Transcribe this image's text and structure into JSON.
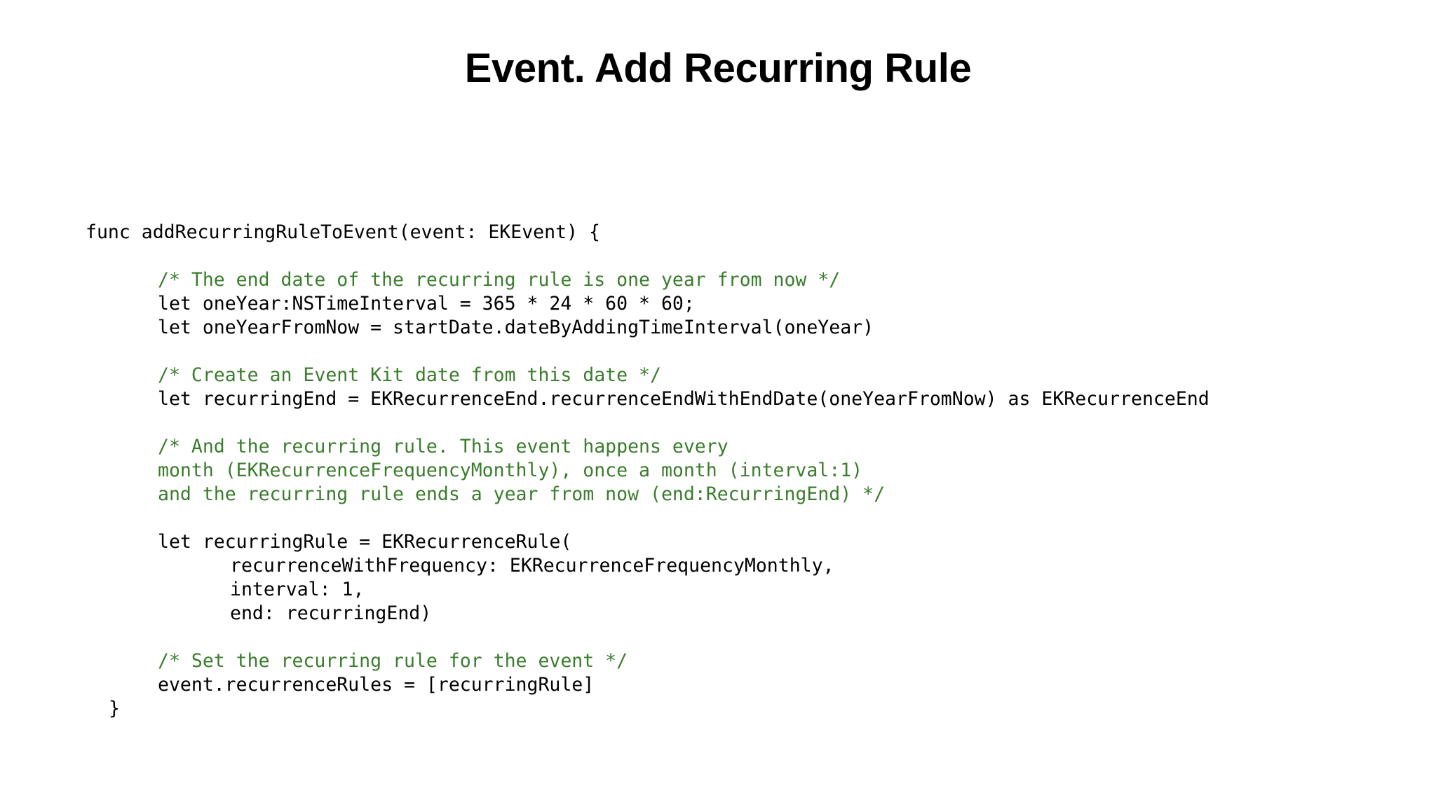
{
  "slide": {
    "title": "Event. Add Recurring Rule",
    "background_color": "#ffffff",
    "text_color": "#000000",
    "comment_color": "#3a7d2c"
  },
  "code": {
    "language": "swift",
    "lines": [
      {
        "indent": 0,
        "type": "code",
        "text": "func addRecurringRuleToEvent(event: EKEvent) {"
      },
      {
        "indent": 0,
        "type": "blank",
        "text": ""
      },
      {
        "indent": 1,
        "type": "comment",
        "text": "/* The end date of the recurring rule is one year from now */"
      },
      {
        "indent": 1,
        "type": "code",
        "text": "let oneYear:NSTimeInterval = 365 * 24 * 60 * 60;"
      },
      {
        "indent": 1,
        "type": "code",
        "text": "let oneYearFromNow = startDate.dateByAddingTimeInterval(oneYear)"
      },
      {
        "indent": 1,
        "type": "blank",
        "text": ""
      },
      {
        "indent": 1,
        "type": "comment",
        "text": "/* Create an Event Kit date from this date */"
      },
      {
        "indent": 1,
        "type": "code",
        "text": "let recurringEnd = EKRecurrenceEnd.recurrenceEndWithEndDate(oneYearFromNow) as EKRecurrenceEnd"
      },
      {
        "indent": 1,
        "type": "blank",
        "text": ""
      },
      {
        "indent": 1,
        "type": "comment",
        "text": "/* And the recurring rule. This event happens every"
      },
      {
        "indent": 1,
        "type": "comment",
        "text": "month (EKRecurrenceFrequencyMonthly), once a month (interval:1)"
      },
      {
        "indent": 1,
        "type": "comment",
        "text": "and the recurring rule ends a year from now (end:RecurringEnd) */"
      },
      {
        "indent": 1,
        "type": "blank",
        "text": ""
      },
      {
        "indent": 1,
        "type": "code",
        "text": "let recurringRule = EKRecurrenceRule("
      },
      {
        "indent": 2,
        "type": "code",
        "text": "recurrenceWithFrequency: EKRecurrenceFrequencyMonthly,"
      },
      {
        "indent": 2,
        "type": "code",
        "text": "interval: 1,"
      },
      {
        "indent": 2,
        "type": "code",
        "text": "end: recurringEnd)"
      },
      {
        "indent": 1,
        "type": "blank",
        "text": ""
      },
      {
        "indent": 1,
        "type": "comment",
        "text": "/* Set the recurring rule for the event */"
      },
      {
        "indent": 1,
        "type": "code",
        "text": "event.recurrenceRules = [recurringRule]"
      },
      {
        "indent": -1,
        "type": "code",
        "text": "}"
      }
    ]
  }
}
